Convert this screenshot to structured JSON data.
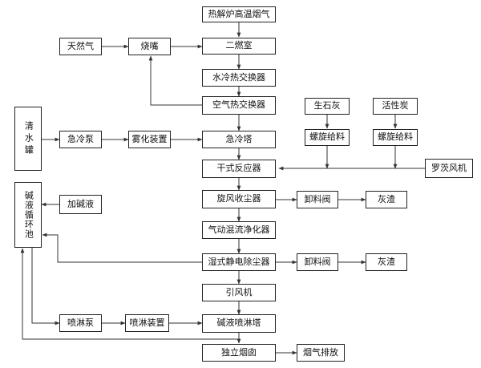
{
  "nodes": {
    "pyrolysis_gas": "热解炉高温烟气",
    "secondary_chamber": "二燃室",
    "water_hx": "水冷热交换器",
    "air_hx": "空气热交换器",
    "quench_tower": "急冷塔",
    "dry_reactor": "干式反应器",
    "cyclone": "旋风收尘器",
    "gas_cleaner": "气动混流净化器",
    "wet_esp": "湿式静电除尘器",
    "id_fan": "引风机",
    "alkali_tower": "碱液喷淋塔",
    "stack": "独立烟囱",
    "natural_gas": "天然气",
    "burner": "烧嘴",
    "quench_pump": "急冷泵",
    "atomizer": "雾化装置",
    "clean_water_tank": "清水罐",
    "alkali_tank": "碱液循环池",
    "add_alkali": "加碱液",
    "quicklime": "生石灰",
    "activated_carbon": "活性炭",
    "screw_feeder_1": "螺旋给料",
    "screw_feeder_2": "螺旋给料",
    "roots_blower": "罗茨风机",
    "discharge_valve_1": "卸料阀",
    "ash_1": "灰渣",
    "discharge_valve_2": "卸料阀",
    "ash_2": "灰渣",
    "spray_pump": "喷淋泵",
    "spray_device": "喷淋装置",
    "flue_discharge": "烟气排放"
  }
}
